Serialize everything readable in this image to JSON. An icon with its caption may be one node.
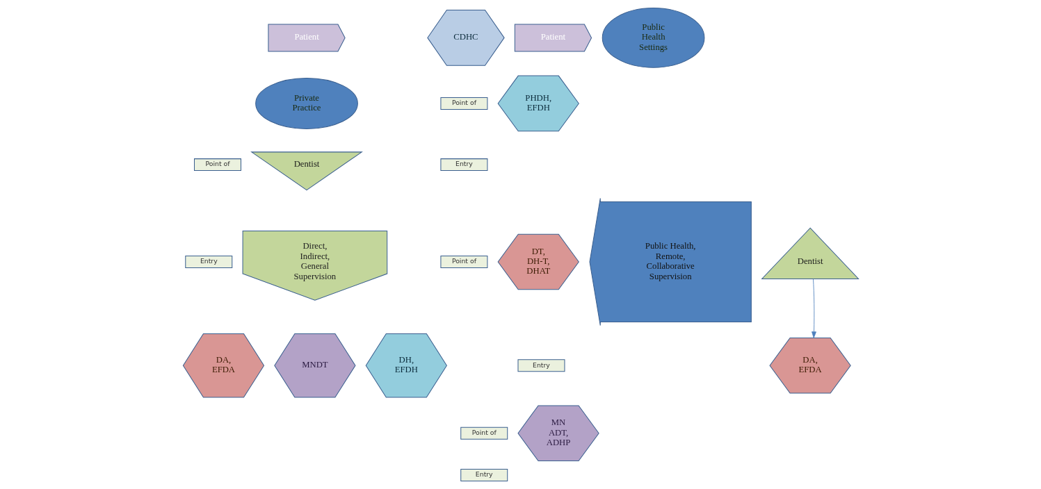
{
  "diagram": {
    "nodes": [
      {
        "text": [
          "Patient"
        ]
      },
      {
        "text": [
          "Private Practice"
        ]
      },
      {
        "text": [
          "Dentist"
        ]
      },
      {
        "text": [
          "Point of"
        ]
      },
      {
        "text": [
          "Entry"
        ]
      },
      {
        "text": [
          "Direct, Indirect, General Supervision"
        ]
      },
      {
        "text": [
          "DA, EFDA"
        ]
      },
      {
        "text": [
          "MNDT"
        ]
      },
      {
        "text": [
          "DH, EFDH"
        ]
      },
      {
        "text": [
          "CDHC"
        ]
      },
      {
        "text": [
          "Patient"
        ]
      },
      {
        "text": [
          "Public Health Settings"
        ]
      },
      {
        "text": [
          "Point of"
        ]
      },
      {
        "text": [
          "Entry"
        ]
      },
      {
        "text": [
          "PHDH, EFDH"
        ]
      },
      {
        "text": [
          "Point of"
        ]
      },
      {
        "text": [
          "Entry"
        ]
      },
      {
        "text": [
          "DT, DH-T, DHAT"
        ]
      },
      {
        "text": [
          "Point of"
        ]
      },
      {
        "text": [
          "Entry"
        ]
      },
      {
        "text": [
          "MN ADT, ADHP"
        ]
      },
      {
        "text": [
          "Public Health, Remote, Collaborative Supervision"
        ]
      },
      {
        "text": [
          "Dentist"
        ]
      },
      {
        "text": [
          "DA, EFDA"
        ]
      }
    ],
    "edges": [
      {
        "from": 22,
        "to": 23,
        "arrow": "to"
      }
    ]
  }
}
